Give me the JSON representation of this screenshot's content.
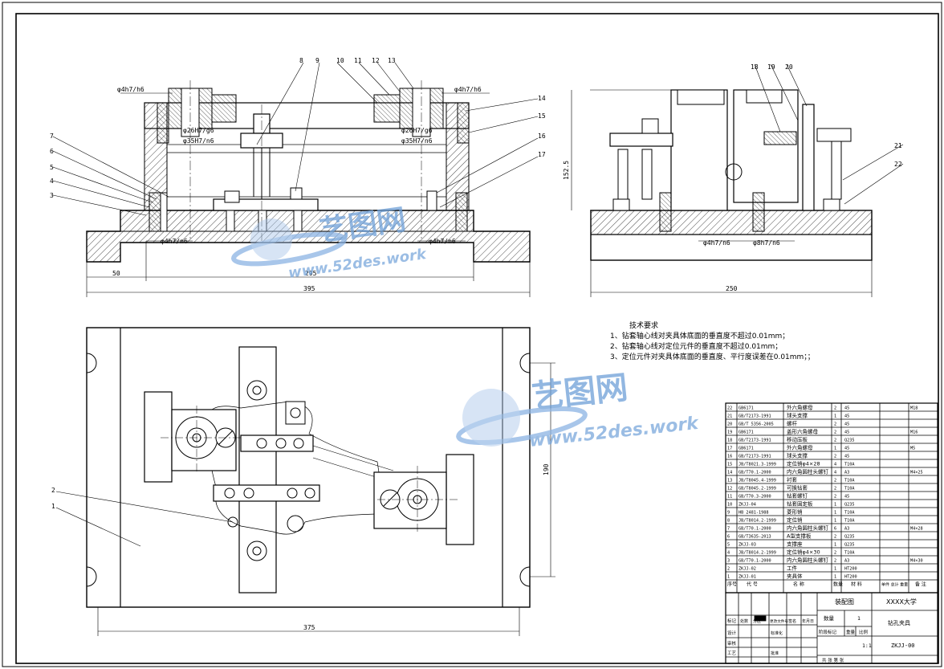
{
  "dims": {
    "front_width_small": "50",
    "front_width_mid": "295",
    "front_width_total": "395",
    "side_width": "250",
    "side_height": "152.5",
    "plan_width": "375",
    "plan_height": "190"
  },
  "fits": {
    "f1": "φ4h7/h6",
    "f2": "φ4h7/h6",
    "f3": "φ26H7/g6",
    "f4": "φ35H7/n6",
    "f5": "φ26H7/g6",
    "f6": "φ35H7/n6",
    "f7": "φ4h7/n6",
    "f8": "φ4h7/n6",
    "f9": "φ4h7/n6",
    "f10": "φ8h7/n6"
  },
  "balloons": [
    "1",
    "2",
    "3",
    "4",
    "5",
    "6",
    "7",
    "8",
    "9",
    "10",
    "11",
    "12",
    "13",
    "14",
    "15",
    "16",
    "17",
    "18",
    "19",
    "20",
    "21",
    "22"
  ],
  "tech": {
    "title": "技术要求",
    "items": [
      "1、钻套轴心线对夹具体底面的垂直度不超过0.01mm；",
      "2、钻套轴心线对定位元件的垂直度不超过0.01mm；",
      "3、定位元件对夹具体底面的垂直度、平行度误差在0.01mm；；"
    ]
  },
  "bom": [
    {
      "no": "22",
      "code": "GB6171",
      "name": "外六角螺母",
      "qty": "2",
      "mat": "45",
      "note": "M18"
    },
    {
      "no": "21",
      "code": "GB/T2173-1991",
      "name": "球头支撑",
      "qty": "1",
      "mat": "45",
      "note": ""
    },
    {
      "no": "20",
      "code": "GB/T 5356-2005",
      "name": "螺杆",
      "qty": "2",
      "mat": "45",
      "note": ""
    },
    {
      "no": "19",
      "code": "GB6171",
      "name": "盖形六角螺母",
      "qty": "2",
      "mat": "45",
      "note": "M16"
    },
    {
      "no": "18",
      "code": "GB/T2173-1991",
      "name": "移动压板",
      "qty": "2",
      "mat": "Q235",
      "note": ""
    },
    {
      "no": "17",
      "code": "GB6171",
      "name": "外六角螺母",
      "qty": "1",
      "mat": "45",
      "note": "M5"
    },
    {
      "no": "16",
      "code": "GB/T2173-1991",
      "name": "球头支撑",
      "qty": "2",
      "mat": "45",
      "note": ""
    },
    {
      "no": "15",
      "code": "JB/T8021.3-1999",
      "name": "定位销φ4×28",
      "qty": "4",
      "mat": "T10A",
      "note": ""
    },
    {
      "no": "14",
      "code": "GB/T70.1-2000",
      "name": "内六角圆柱头螺钉",
      "qty": "4",
      "mat": "A3",
      "note": "M4×25"
    },
    {
      "no": "13",
      "code": "JB/T8045.4-1999",
      "name": "衬套",
      "qty": "2",
      "mat": "T10A",
      "note": ""
    },
    {
      "no": "12",
      "code": "GB/T8045.2-1999",
      "name": "可换钻套",
      "qty": "2",
      "mat": "T10A",
      "note": ""
    },
    {
      "no": "11",
      "code": "GB/T70.3-2000",
      "name": "钻套螺钉",
      "qty": "2",
      "mat": "45",
      "note": ""
    },
    {
      "no": "10",
      "code": "ZKJJ-04",
      "name": "钻套固定板",
      "qty": "1",
      "mat": "Q235",
      "note": ""
    },
    {
      "no": "9",
      "code": "HB 2481-1988",
      "name": "菱形销",
      "qty": "1",
      "mat": "T10A",
      "note": ""
    },
    {
      "no": "8",
      "code": "JB/T8014.2-1999",
      "name": "定位销",
      "qty": "1",
      "mat": "T10A",
      "note": ""
    },
    {
      "no": "7",
      "code": "GB/T70.1-2000",
      "name": "内六角圆柱头螺钉",
      "qty": "6",
      "mat": "A3",
      "note": "M4×28"
    },
    {
      "no": "6",
      "code": "GB/T3635-2013",
      "name": "A型支撑板",
      "qty": "2",
      "mat": "Q235",
      "note": ""
    },
    {
      "no": "5",
      "code": "ZKJJ-03",
      "name": "支撑座",
      "qty": "1",
      "mat": "Q235",
      "note": ""
    },
    {
      "no": "4",
      "code": "JB/T8014.2-1999",
      "name": "定位销φ4×30",
      "qty": "2",
      "mat": "T10A",
      "note": ""
    },
    {
      "no": "3",
      "code": "GB/T70.1-2000",
      "name": "内六角圆柱头螺钉",
      "qty": "2",
      "mat": "A3",
      "note": "M4×30"
    },
    {
      "no": "2",
      "code": "ZKJJ-02",
      "name": "工件",
      "qty": "1",
      "mat": "HT200",
      "note": ""
    },
    {
      "no": "1",
      "code": "ZKJJ-01",
      "name": "夹具体",
      "qty": "1",
      "mat": "HT200",
      "note": ""
    }
  ],
  "bom_header": {
    "no": "序号",
    "code": "代  号",
    "name": "名    称",
    "qty": "数量",
    "mat": "材    料",
    "weight": "单件 总计 重量",
    "note": "备 注"
  },
  "title_block": {
    "drawing": "装配图",
    "school": "XXXX大学",
    "qty_label": "数量",
    "qty": "1",
    "name": "钻孔夹具",
    "scale_label": "比例",
    "scale": "1:1",
    "mark_label": "阶段标记",
    "weight_label": "重量",
    "code": "ZKJJ-00",
    "rows": [
      "标记",
      "设计",
      "审核",
      "工艺"
    ],
    "cols": [
      "处数",
      "分区",
      "更改文件号",
      "签名",
      "年月日"
    ],
    "std": "标准化",
    "approve": "批准",
    "sheets": "共  张  第  张"
  },
  "watermark": {
    "brand": "艺图网",
    "url": "www.52des.work"
  }
}
